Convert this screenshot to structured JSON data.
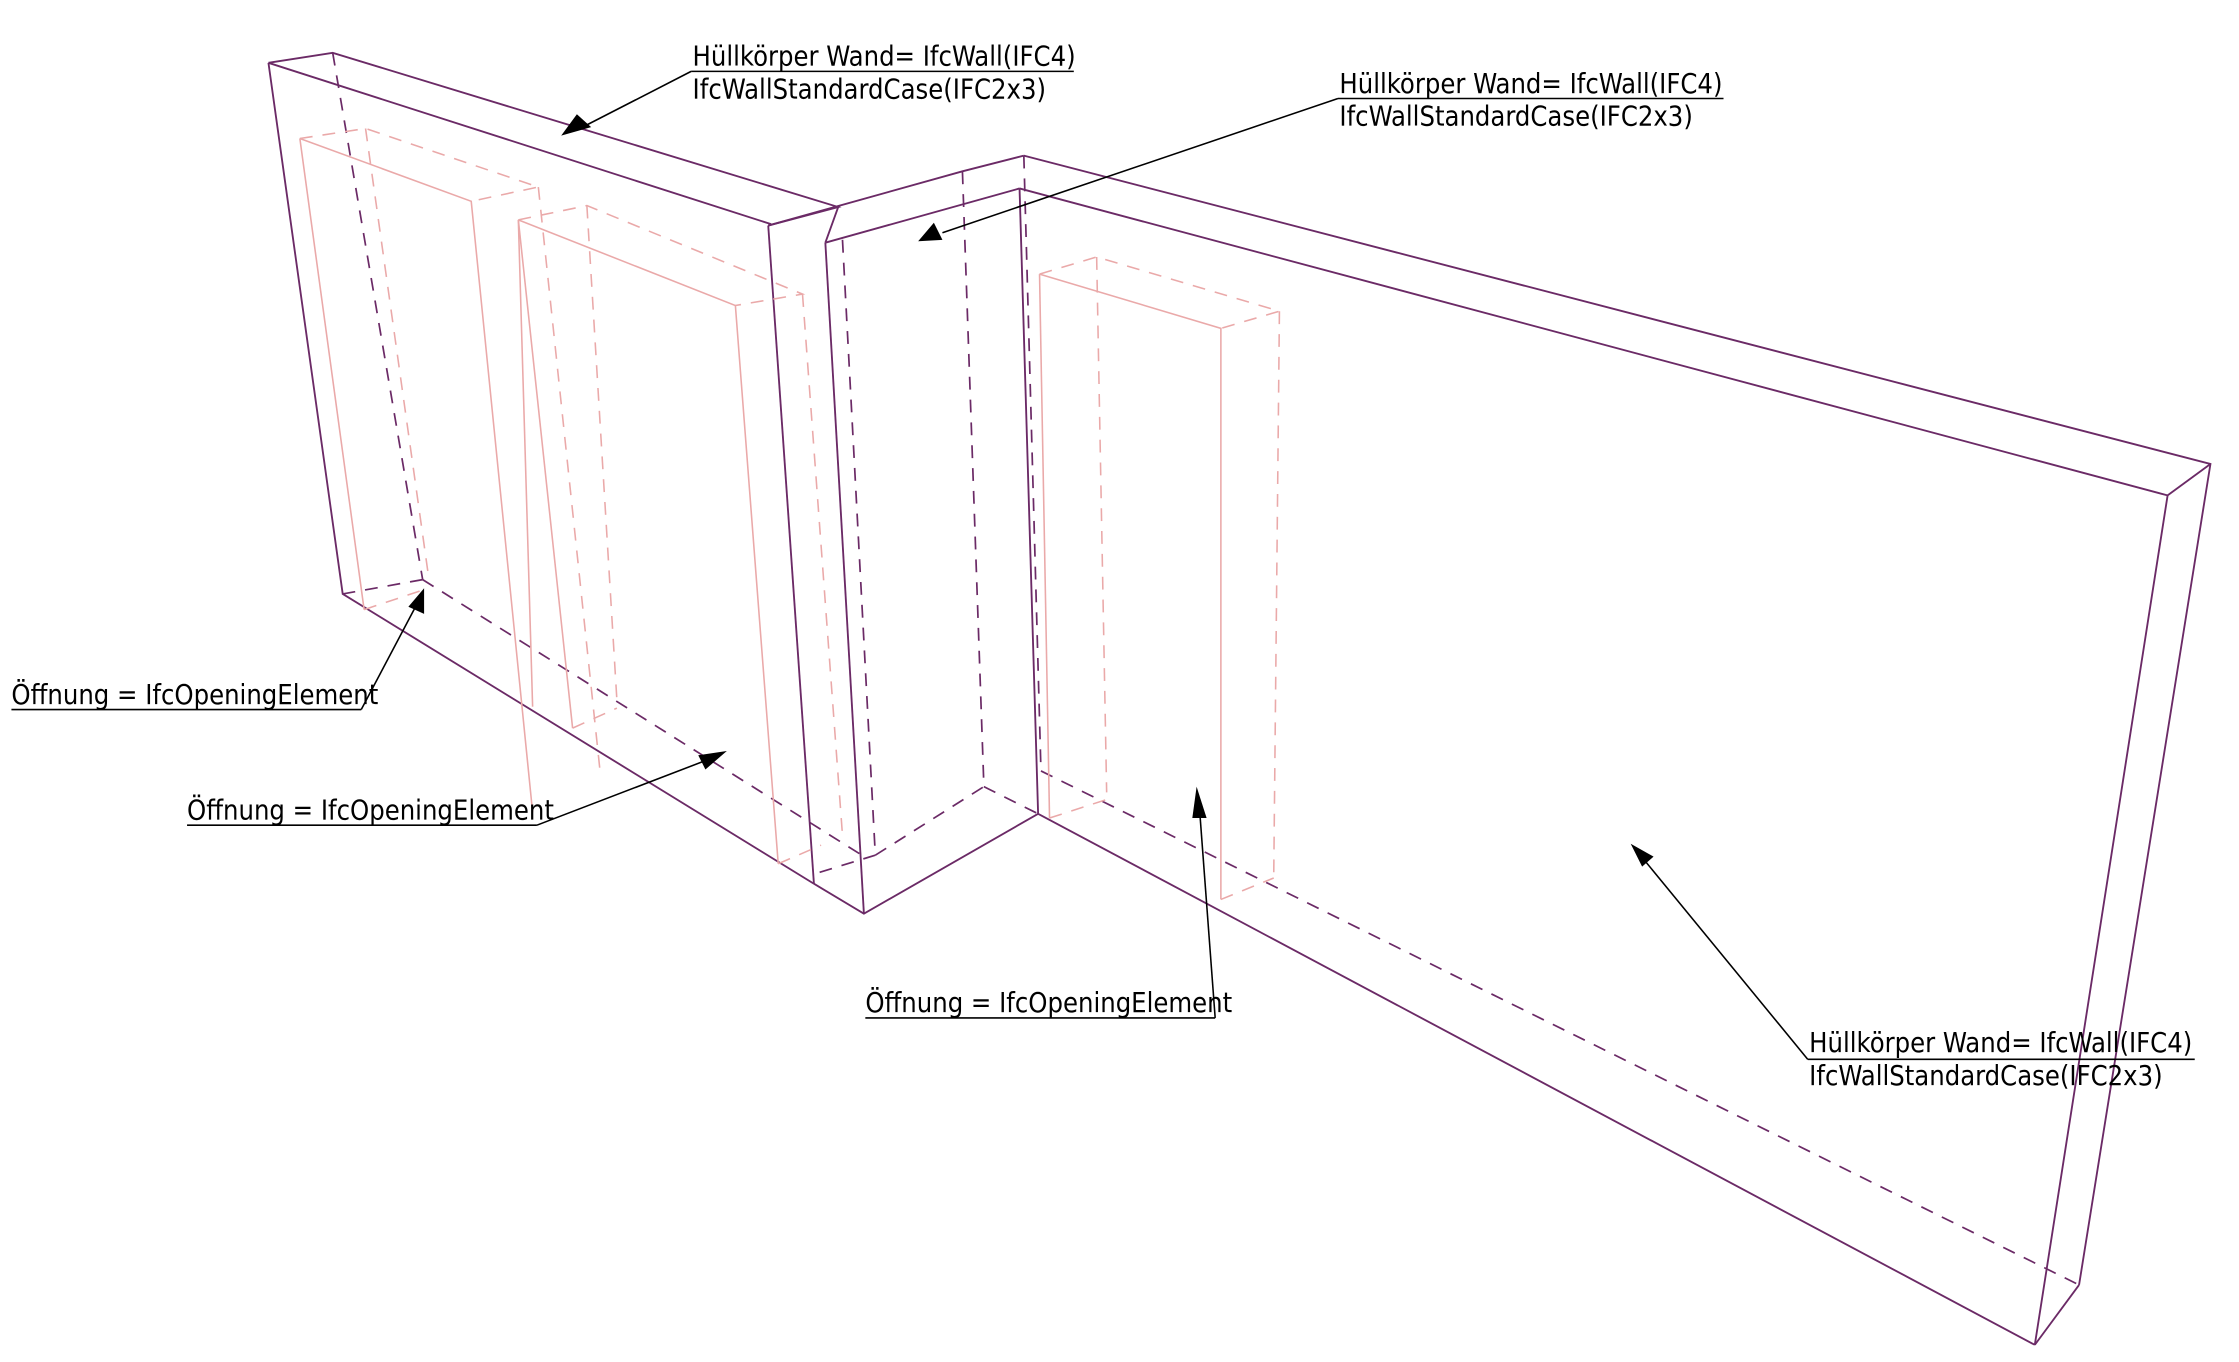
{
  "diagram": {
    "type": "isometric IFC wall model",
    "colors": {
      "wall_edges": "#6b2a66",
      "opening_edges": "#eaa9a9",
      "annotation": "#000000",
      "background": "#ffffff"
    },
    "elements": [
      {
        "id": "wall-left",
        "kind": "wall",
        "openings": 2
      },
      {
        "id": "wall-connector",
        "kind": "wall",
        "openings": 0
      },
      {
        "id": "wall-right",
        "kind": "wall",
        "openings": 1
      }
    ]
  },
  "labels": {
    "wall_left": {
      "line1": "Hüllkörper Wand= IfcWall(IFC4)",
      "line2": "IfcWallStandardCase(IFC2x3)"
    },
    "wall_connector": {
      "line1": "Hüllkörper Wand= IfcWall(IFC4)",
      "line2": "IfcWallStandardCase(IFC2x3)"
    },
    "wall_right": {
      "line1": "Hüllkörper Wand= IfcWall(IFC4)",
      "line2": "IfcWallStandardCase(IFC2x3)"
    },
    "opening_1": "Öffnung = IfcOpeningElement",
    "opening_2": "Öffnung = IfcOpeningElement",
    "opening_3": "Öffnung = IfcOpeningElement"
  }
}
